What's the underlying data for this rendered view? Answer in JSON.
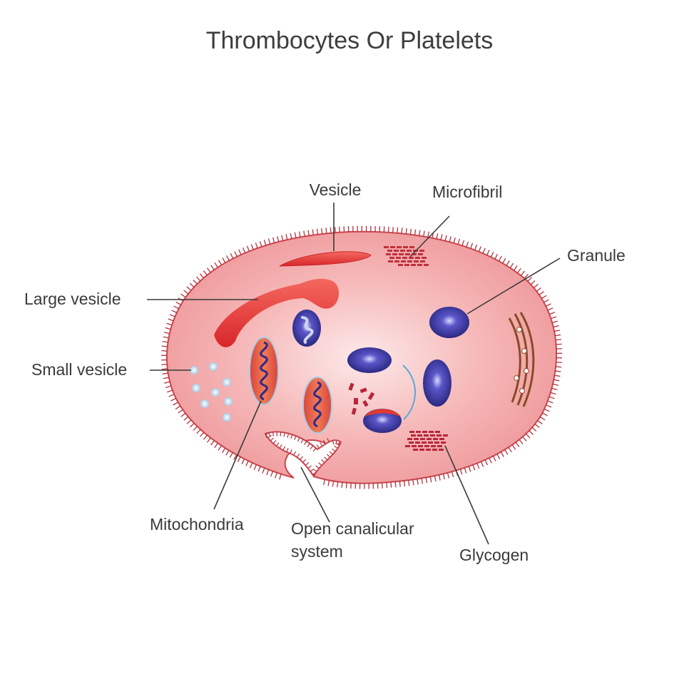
{
  "title": "Thrombocytes Or Platelets",
  "labels": {
    "vesicle": "Vesicle",
    "microfibril": "Microfibril",
    "granule": "Granule",
    "large_vesicle": "Large vesicle",
    "small_vesicle": "Small vesicle",
    "mitochondria": "Mitochondria",
    "open_canalicular_line1": "Open canalicular",
    "open_canalicular_line2": "system",
    "glycogen": "Glycogen"
  },
  "colors": {
    "cytoplasm": "#f3a6a6",
    "membrane": "#b8303c",
    "vesicle_red": "#e8342f",
    "granule_blue": "#2d2a8c",
    "glycogen_red": "#b8263a",
    "microtubule_brown": "#8a4a26"
  }
}
